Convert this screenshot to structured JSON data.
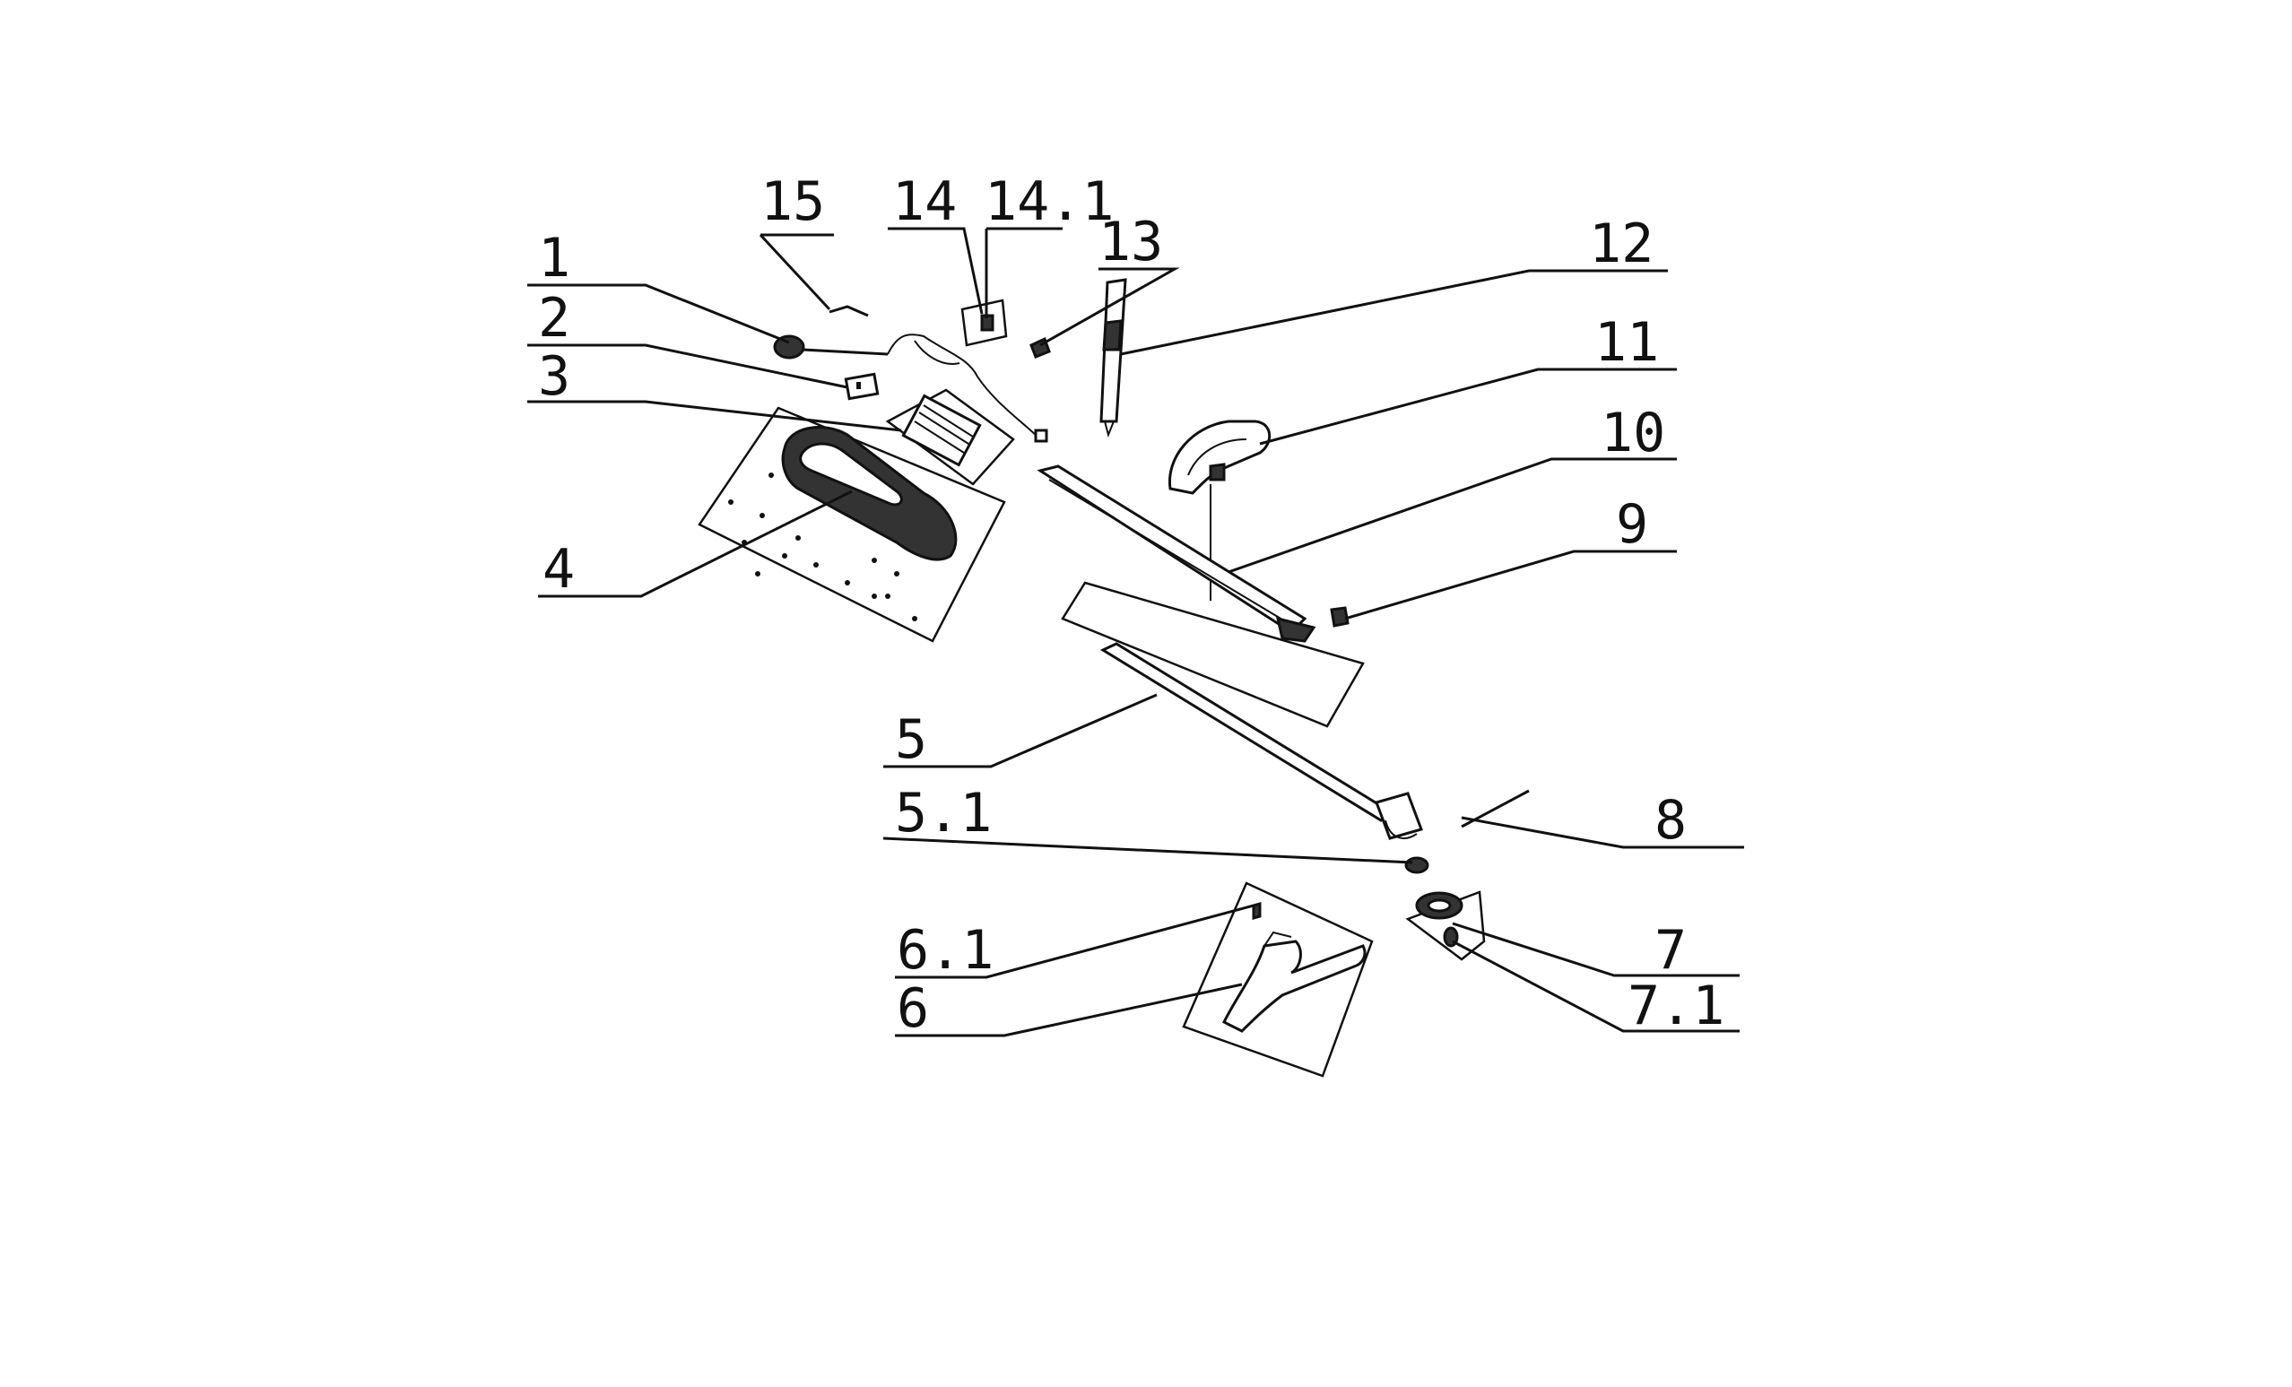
{
  "diagram": {
    "callouts": [
      {
        "id": "1",
        "label": "1"
      },
      {
        "id": "2",
        "label": "2"
      },
      {
        "id": "3",
        "label": "3"
      },
      {
        "id": "4",
        "label": "4"
      },
      {
        "id": "5",
        "label": "5"
      },
      {
        "id": "5-1",
        "label": "5.1"
      },
      {
        "id": "6",
        "label": "6"
      },
      {
        "id": "6-1",
        "label": "6.1"
      },
      {
        "id": "7",
        "label": "7"
      },
      {
        "id": "7-1",
        "label": "7.1"
      },
      {
        "id": "8",
        "label": "8"
      },
      {
        "id": "9",
        "label": "9"
      },
      {
        "id": "10",
        "label": "10"
      },
      {
        "id": "11",
        "label": "11"
      },
      {
        "id": "12",
        "label": "12"
      },
      {
        "id": "13",
        "label": "13"
      },
      {
        "id": "14",
        "label": "14"
      },
      {
        "id": "14-1",
        "label": "14.1"
      },
      {
        "id": "15",
        "label": "15"
      }
    ],
    "line_color": "#111111"
  }
}
